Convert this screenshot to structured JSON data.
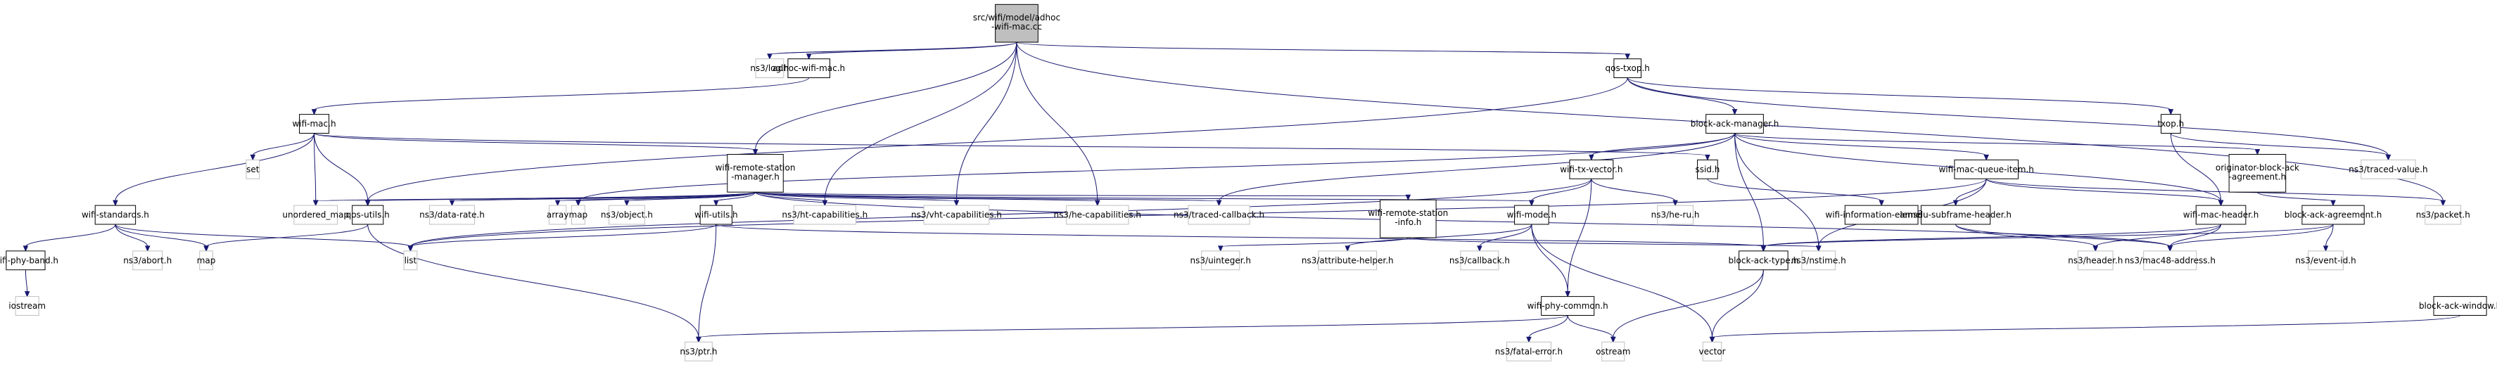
{
  "graph": {
    "root": {
      "l1": "src/wifi/model/adhoc",
      "l2": "-wifi-mac.cc"
    },
    "nodes": {
      "ns3_log": "ns3/log.h",
      "adhoc_wifi_mac": "adhoc-wifi-mac.h",
      "qos_txop": "qos-txop.h",
      "wifi_mac": "wifi-mac.h",
      "set": "set",
      "block_ack_manager": "block-ack-manager.h",
      "txop": "txop.h",
      "wifi_remote_station_manager": {
        "l1": "wifi-remote-station",
        "l2": "-manager.h"
      },
      "ssid": "ssid.h",
      "originator_block_ack": {
        "l1": "originator-block-ack",
        "l2": "-agreement.h"
      },
      "traced_value": "ns3/traced-value.h",
      "wifi_tx_vector": "wifi-tx-vector.h",
      "wifi_mac_queue_item": "wifi-mac-queue-item.h",
      "map_top": "map",
      "unordered_map": "unordered_map",
      "qos_utils": "qos-utils.h",
      "data_rate": "ns3/data-rate.h",
      "array": "array",
      "object": "ns3/object.h",
      "wifi_utils": "wifi-utils.h",
      "ht_cap": "ns3/ht-capabilities.h",
      "vht_cap": "ns3/vht-capabilities.h",
      "he_cap": "ns3/he-capabilities.h",
      "traced_callback": "ns3/traced-callback.h",
      "wifi_remote_station_info": {
        "l1": "wifi-remote-station",
        "l2": "-info.h"
      },
      "wifi_mode": "wifi-mode.h",
      "he_ru": "ns3/he-ru.h",
      "wifi_info_element": "wifi-information-element.h",
      "amsdu_subframe_header": "amsdu-subframe-header.h",
      "wifi_mac_header": "wifi-mac-header.h",
      "block_ack_agreement": "block-ack-agreement.h",
      "packet": "ns3/packet.h",
      "wifi_standards": "wifi-standards.h",
      "abort": "ns3/abort.h",
      "map": "map",
      "list": "list",
      "uinteger": "ns3/uinteger.h",
      "attribute_helper": "ns3/attribute-helper.h",
      "callback": "ns3/callback.h",
      "wifi_phy_common": "wifi-phy-common.h",
      "block_ack_type": "block-ack-type.h",
      "nstime": "ns3/nstime.h",
      "header": "ns3/header.h",
      "mac48": "ns3/mac48-address.h",
      "event_id": "ns3/event-id.h",
      "block_ack_window": "block-ack-window.h",
      "wifi_phy_band": "wifi-phy-band.h",
      "iostream": "iostream",
      "ptr": "ns3/ptr.h",
      "fatal_error": "ns3/fatal-error.h",
      "ostream": "ostream",
      "vector": "vector"
    }
  }
}
